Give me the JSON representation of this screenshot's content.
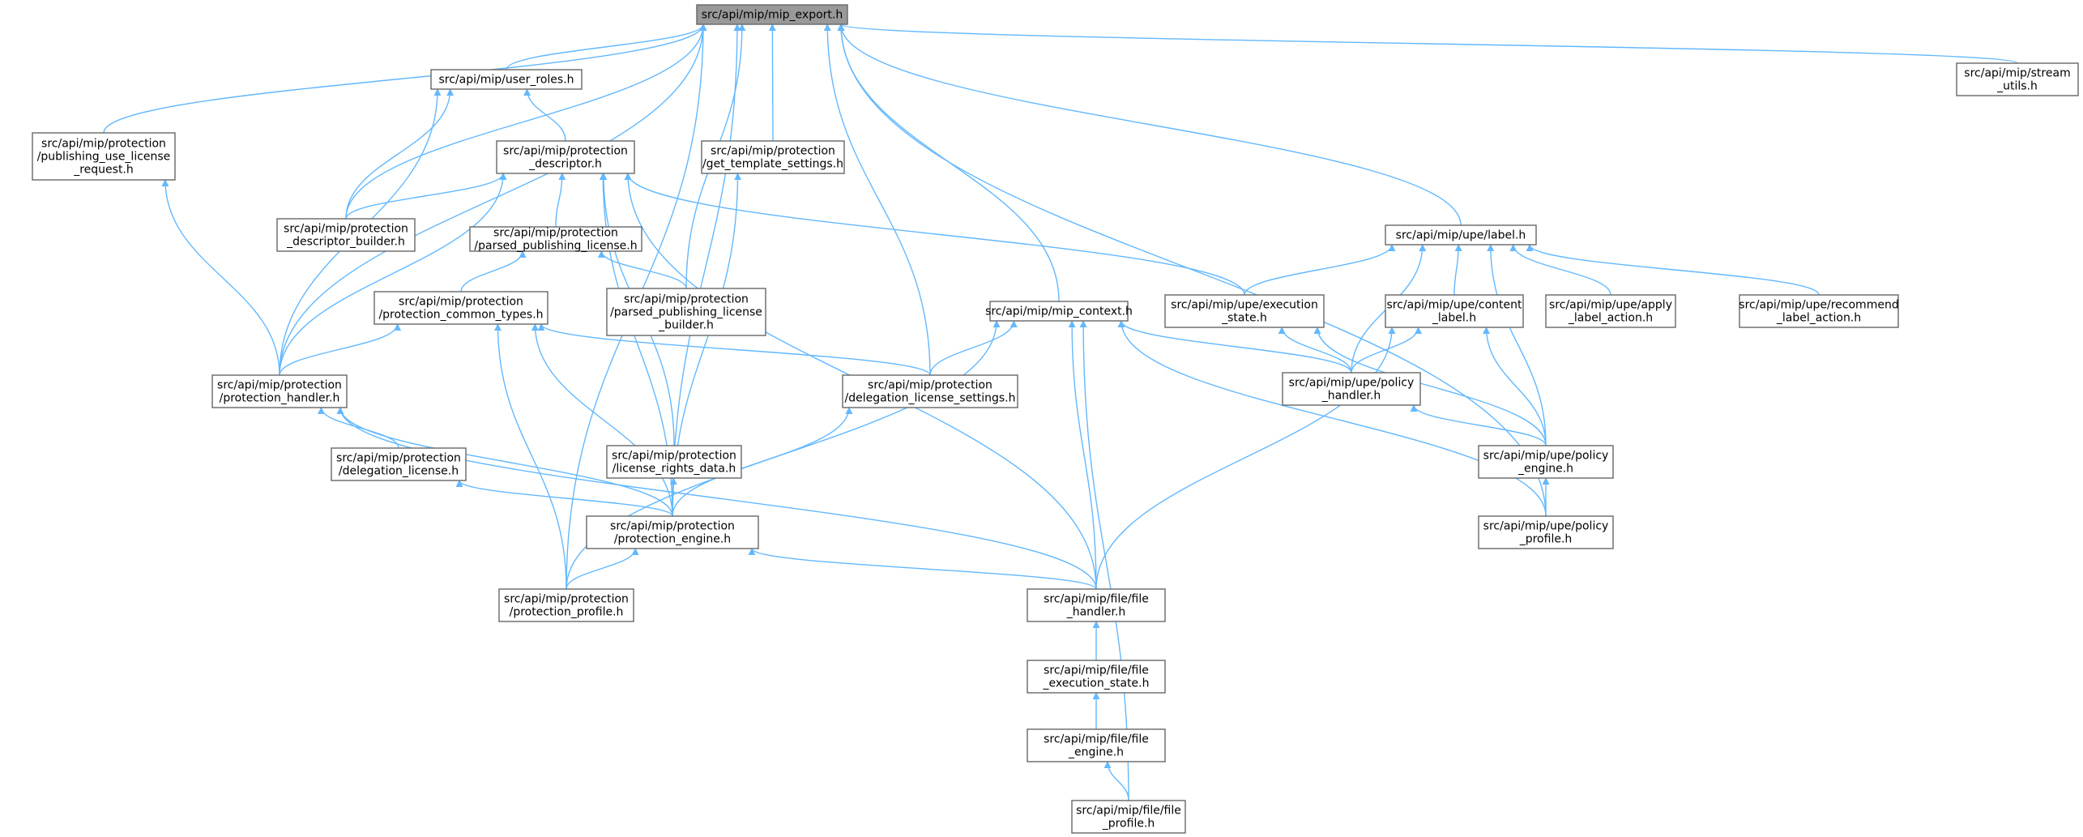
{
  "nodes": [
    {
      "id": "mip_export",
      "lines": [
        "src/api/mip/mip_export.h"
      ],
      "root": true
    },
    {
      "id": "user_roles",
      "lines": [
        "src/api/mip/user_roles.h"
      ]
    },
    {
      "id": "stream_utils",
      "lines": [
        "src/api/mip/stream",
        "_utils.h"
      ]
    },
    {
      "id": "publishing_use_license_request",
      "lines": [
        "src/api/mip/protection",
        "/publishing_use_license",
        "_request.h"
      ]
    },
    {
      "id": "protection_descriptor",
      "lines": [
        "src/api/mip/protection",
        "_descriptor.h"
      ]
    },
    {
      "id": "get_template_settings",
      "lines": [
        "src/api/mip/protection",
        "/get_template_settings.h"
      ]
    },
    {
      "id": "descriptor_builder",
      "lines": [
        "src/api/mip/protection",
        "_descriptor_builder.h"
      ]
    },
    {
      "id": "parsed_publishing_license",
      "lines": [
        "src/api/mip/protection",
        "/parsed_publishing_license.h"
      ]
    },
    {
      "id": "label",
      "lines": [
        "src/api/mip/upe/label.h"
      ]
    },
    {
      "id": "protection_common_types",
      "lines": [
        "src/api/mip/protection",
        "/protection_common_types.h"
      ]
    },
    {
      "id": "parsed_publishing_license_builder",
      "lines": [
        "src/api/mip/protection",
        "/parsed_publishing_license",
        "_builder.h"
      ]
    },
    {
      "id": "mip_context",
      "lines": [
        "src/api/mip/mip_context.h"
      ]
    },
    {
      "id": "execution_state",
      "lines": [
        "src/api/mip/upe/execution",
        "_state.h"
      ]
    },
    {
      "id": "content_label",
      "lines": [
        "src/api/mip/upe/content",
        "_label.h"
      ]
    },
    {
      "id": "apply_label_action",
      "lines": [
        "src/api/mip/upe/apply",
        "_label_action.h"
      ]
    },
    {
      "id": "recommend_label_action",
      "lines": [
        "src/api/mip/upe/recommend",
        "_label_action.h"
      ]
    },
    {
      "id": "protection_handler",
      "lines": [
        "src/api/mip/protection",
        "/protection_handler.h"
      ]
    },
    {
      "id": "delegation_license_settings",
      "lines": [
        "src/api/mip/protection",
        "/delegation_license_settings.h"
      ]
    },
    {
      "id": "policy_handler",
      "lines": [
        "src/api/mip/upe/policy",
        "_handler.h"
      ]
    },
    {
      "id": "delegation_license",
      "lines": [
        "src/api/mip/protection",
        "/delegation_license.h"
      ]
    },
    {
      "id": "license_rights_data",
      "lines": [
        "src/api/mip/protection",
        "/license_rights_data.h"
      ]
    },
    {
      "id": "policy_engine",
      "lines": [
        "src/api/mip/upe/policy",
        "_engine.h"
      ]
    },
    {
      "id": "protection_engine",
      "lines": [
        "src/api/mip/protection",
        "/protection_engine.h"
      ]
    },
    {
      "id": "policy_profile",
      "lines": [
        "src/api/mip/upe/policy",
        "_profile.h"
      ]
    },
    {
      "id": "protection_profile",
      "lines": [
        "src/api/mip/protection",
        "/protection_profile.h"
      ]
    },
    {
      "id": "file_handler",
      "lines": [
        "src/api/mip/file/file",
        "_handler.h"
      ]
    },
    {
      "id": "file_execution_state",
      "lines": [
        "src/api/mip/file/file",
        "_execution_state.h"
      ]
    },
    {
      "id": "file_engine",
      "lines": [
        "src/api/mip/file/file",
        "_engine.h"
      ]
    },
    {
      "id": "file_profile",
      "lines": [
        "src/api/mip/file/file",
        "_profile.h"
      ]
    }
  ],
  "edges": [
    [
      "user_roles",
      "mip_export"
    ],
    [
      "stream_utils",
      "mip_export"
    ],
    [
      "publishing_use_license_request",
      "mip_export"
    ],
    [
      "get_template_settings",
      "mip_export"
    ],
    [
      "descriptor_builder",
      "mip_export"
    ],
    [
      "parsed_publishing_license_builder",
      "mip_export"
    ],
    [
      "label",
      "mip_export"
    ],
    [
      "mip_context",
      "mip_export"
    ],
    [
      "protection_handler",
      "mip_export"
    ],
    [
      "delegation_license_settings",
      "mip_export"
    ],
    [
      "protection_engine",
      "mip_export"
    ],
    [
      "policy_profile",
      "mip_export"
    ],
    [
      "protection_profile",
      "mip_export"
    ],
    [
      "protection_descriptor",
      "user_roles"
    ],
    [
      "descriptor_builder",
      "user_roles"
    ],
    [
      "protection_handler",
      "user_roles"
    ],
    [
      "protection_handler",
      "publishing_use_license_request"
    ],
    [
      "descriptor_builder",
      "protection_descriptor"
    ],
    [
      "parsed_publishing_license",
      "protection_descriptor"
    ],
    [
      "protection_handler",
      "protection_descriptor"
    ],
    [
      "execution_state",
      "protection_descriptor"
    ],
    [
      "protection_engine",
      "protection_descriptor"
    ],
    [
      "license_rights_data",
      "protection_descriptor"
    ],
    [
      "file_handler",
      "protection_descriptor"
    ],
    [
      "protection_engine",
      "get_template_settings"
    ],
    [
      "protection_common_types",
      "parsed_publishing_license"
    ],
    [
      "parsed_publishing_license_builder",
      "parsed_publishing_license"
    ],
    [
      "execution_state",
      "label"
    ],
    [
      "content_label",
      "label"
    ],
    [
      "apply_label_action",
      "label"
    ],
    [
      "recommend_label_action",
      "label"
    ],
    [
      "policy_handler",
      "label"
    ],
    [
      "policy_engine",
      "label"
    ],
    [
      "protection_handler",
      "protection_common_types"
    ],
    [
      "delegation_license_settings",
      "protection_common_types"
    ],
    [
      "protection_engine",
      "protection_common_types"
    ],
    [
      "protection_profile",
      "protection_common_types"
    ],
    [
      "delegation_license_settings",
      "mip_context"
    ],
    [
      "policy_handler",
      "mip_context"
    ],
    [
      "file_handler",
      "mip_context"
    ],
    [
      "policy_profile",
      "mip_context"
    ],
    [
      "protection_profile",
      "mip_context"
    ],
    [
      "file_profile",
      "mip_context"
    ],
    [
      "policy_handler",
      "execution_state"
    ],
    [
      "policy_engine",
      "execution_state"
    ],
    [
      "policy_handler",
      "content_label"
    ],
    [
      "policy_engine",
      "content_label"
    ],
    [
      "file_handler",
      "content_label"
    ],
    [
      "delegation_license",
      "protection_handler"
    ],
    [
      "protection_engine",
      "protection_handler"
    ],
    [
      "file_handler",
      "protection_handler"
    ],
    [
      "protection_engine",
      "delegation_license_settings"
    ],
    [
      "policy_engine",
      "policy_handler"
    ],
    [
      "protection_engine",
      "delegation_license"
    ],
    [
      "protection_engine",
      "license_rights_data"
    ],
    [
      "policy_profile",
      "policy_engine"
    ],
    [
      "protection_profile",
      "protection_engine"
    ],
    [
      "file_handler",
      "protection_engine"
    ],
    [
      "file_execution_state",
      "file_handler"
    ],
    [
      "file_engine",
      "file_execution_state"
    ],
    [
      "file_profile",
      "file_engine"
    ]
  ]
}
